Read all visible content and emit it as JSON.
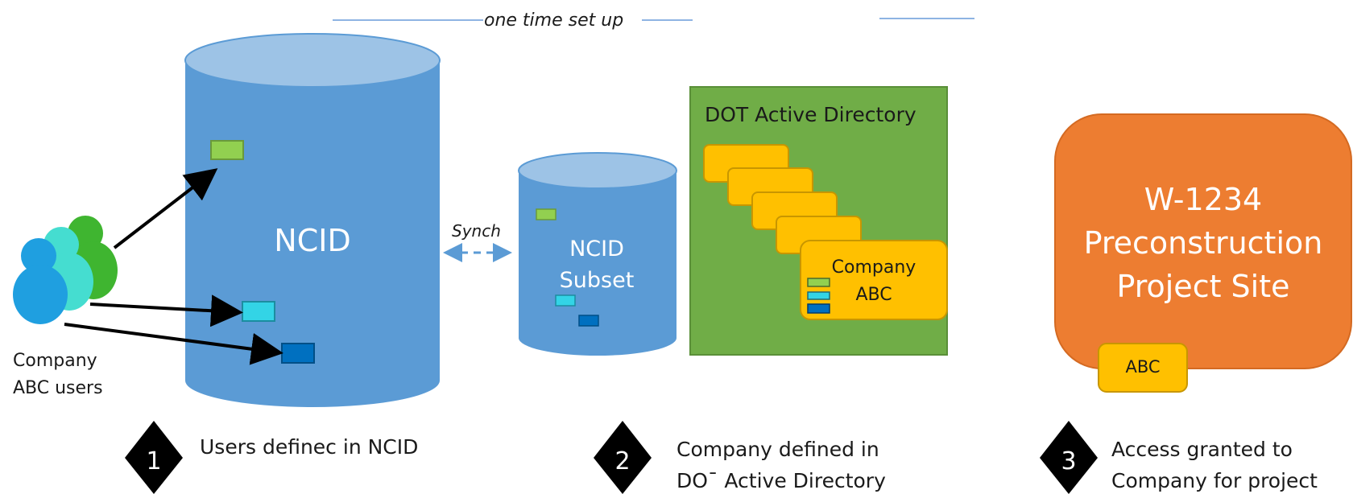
{
  "header": {
    "label": "one time set up"
  },
  "users": {
    "label_line1": "Company",
    "label_line2": "ABC users"
  },
  "ncid_main": {
    "label": "NCID"
  },
  "synch": {
    "label": "Synch"
  },
  "ncid_subset": {
    "label_line1": "NCID",
    "label_line2": "Subset"
  },
  "dot_ad": {
    "title": "DOT Active Directory",
    "company_line1": "Company",
    "company_line2": "ABC"
  },
  "project": {
    "line1": "W-1234",
    "line2": "Preconstruction",
    "line3": "Project Site",
    "tag": "ABC"
  },
  "steps": [
    {
      "number": "1",
      "line1": "Users definec in NCID",
      "line2": ""
    },
    {
      "number": "2",
      "line1": "Company defined in",
      "line2": "DO¯ Active Directory"
    },
    {
      "number": "3",
      "line1": "Access granted to",
      "line2": "Company for project"
    }
  ],
  "colors": {
    "cylinder_blue": "#5b9bd5",
    "cylinder_top": "#9dc3e6",
    "green_panel": "#70ad47",
    "gold": "#ffc000",
    "orange": "#ed7d31",
    "user_green": "#92d050",
    "user_cyan": "#33d4e6",
    "user_dark": "#0070c0"
  }
}
